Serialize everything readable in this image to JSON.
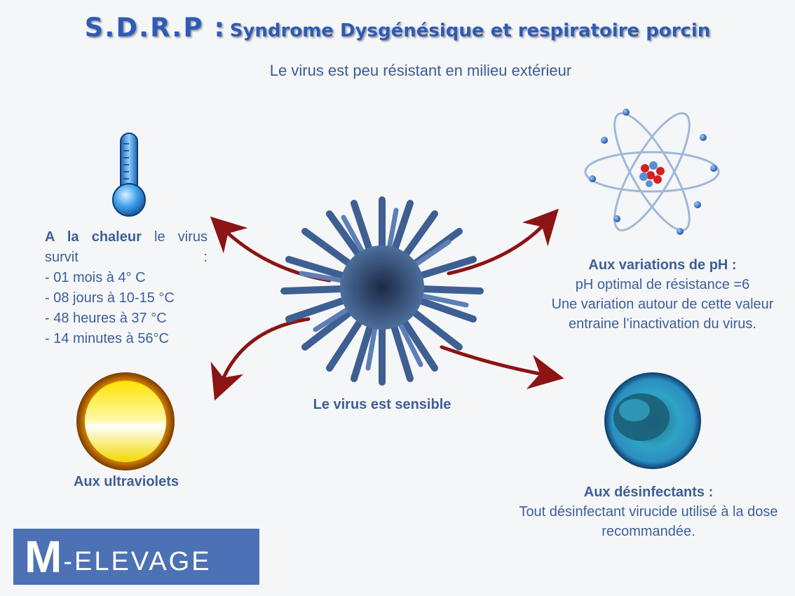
{
  "header": {
    "title_abbr": "S.D.R.P :",
    "title_rest": "Syndrome Dysgénésique et respiratoire porcin",
    "subtitle": "Le virus est peu résistant en milieu extérieur"
  },
  "heat": {
    "label_bold": "A la chaleur",
    "label_rest": "le virus survit :",
    "items": [
      "-  01 mois à 4° C",
      "-  08 jours à 10-15 °C",
      "-  48 heures à 37 °C",
      "-  14 minutes à 56°C"
    ]
  },
  "ph": {
    "heading": "Aux variations de pH :",
    "line1": "pH optimal de résistance =6",
    "line2": "Une variation autour de cette valeur entraine l’inactivation du virus."
  },
  "uv": {
    "label": "Aux ultraviolets"
  },
  "center": {
    "label": "Le virus est sensible"
  },
  "disinfectant": {
    "heading": "Aux désinfectants :",
    "text": "Tout désinfectant virucide utilisé à la dose recommandée."
  },
  "logo": {
    "m": "M",
    "rest": "-ELEVAGE"
  },
  "colors": {
    "title": "#2d5cb8",
    "text": "#3d5f98",
    "arrow": "#8c1414",
    "logo_bg": "#4c72b5"
  },
  "icons": [
    "thermometer-icon",
    "atom-icon",
    "sun-icon",
    "cell-icon",
    "virus-icon"
  ]
}
